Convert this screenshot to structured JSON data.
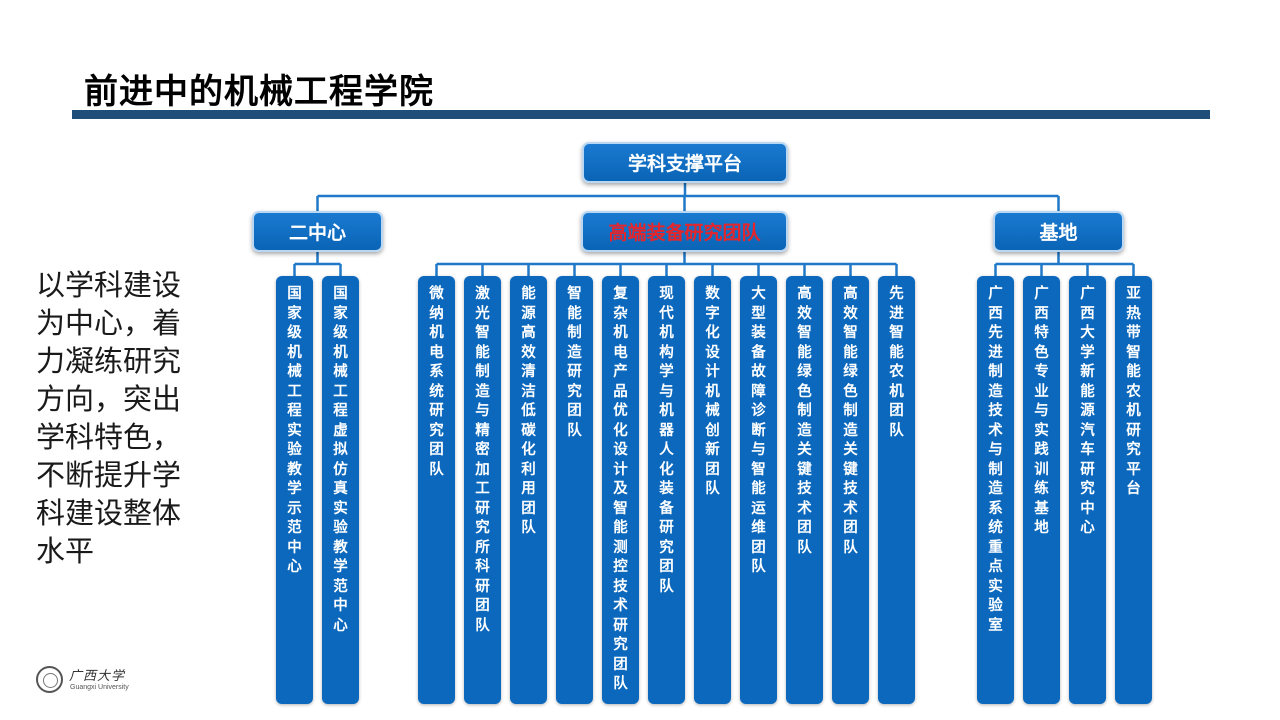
{
  "title": "前进中的机械工程学院",
  "side_text": "以学科建设为中心，着力凝练研究方向，突出学科特色，不断提升学科建设整体水平",
  "colors": {
    "box": "#0b68bd",
    "accent_text": "#e4262c",
    "title_rule": "#1f4e79",
    "connector": "#1f78c8"
  },
  "diagram": {
    "root": "学科支撑平台",
    "groups": [
      {
        "label": "二中心",
        "accent": false,
        "children": [
          "国家级机械工程实验教学示范中心",
          "国家级机械工程虚拟仿真实验教学范中心"
        ]
      },
      {
        "label": "高端装备研究团队",
        "accent": true,
        "children": [
          "微纳机电系统研究团队",
          "激光智能制造与精密加工研究所科研团队",
          "能源高效清洁低碳化利用团队",
          "智能制造研究团队",
          "复杂机电产品优化设计及智能测控技术研究团队",
          "现代机构学与机器人化装备研究团队",
          "数字化设计机械创新团队",
          "大型装备故障诊断与智能运维团队",
          "高效智能绿色制造关键技术团队",
          "高效智能绿色制造关键技术团队",
          "先进智能农机团队"
        ]
      },
      {
        "label": "基地",
        "accent": false,
        "children": [
          "广西先进制造技术与制造系统重点实验室",
          "广西特色专业与实践训练基地",
          "广西大学新能源汽车研究中心",
          "亚热带智能农机研究平台"
        ]
      }
    ]
  },
  "logo": {
    "name": "广西大学",
    "subtitle": "Guangxi University"
  }
}
